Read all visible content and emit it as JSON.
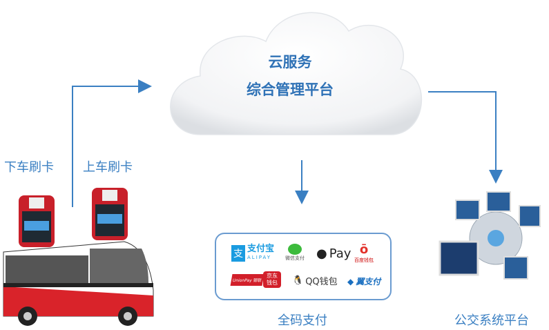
{
  "cloud": {
    "line1": "云服务",
    "line2": "综合管理平台"
  },
  "labels": {
    "alight": "下车刷卡",
    "board": "上车刷卡",
    "payment": "全码支付",
    "platform": "公交系统平台"
  },
  "payment_logos": [
    {
      "name": "alipay",
      "text": "支付宝",
      "sub": "ALIPAY"
    },
    {
      "name": "wechat-pay",
      "text": "微信支付"
    },
    {
      "name": "apple-pay",
      "text": "Pay"
    },
    {
      "name": "baidu-wallet",
      "text": "百度钱包"
    },
    {
      "name": "unionpay",
      "text": "UnionPay 银联"
    },
    {
      "name": "jd-wallet",
      "text": "京东钱包"
    },
    {
      "name": "qq-wallet",
      "text": "QQ钱包"
    },
    {
      "name": "bestpay",
      "text": "翼支付"
    }
  ],
  "colors": {
    "accent": "#3a7fc2",
    "bus_red": "#d9232a"
  }
}
